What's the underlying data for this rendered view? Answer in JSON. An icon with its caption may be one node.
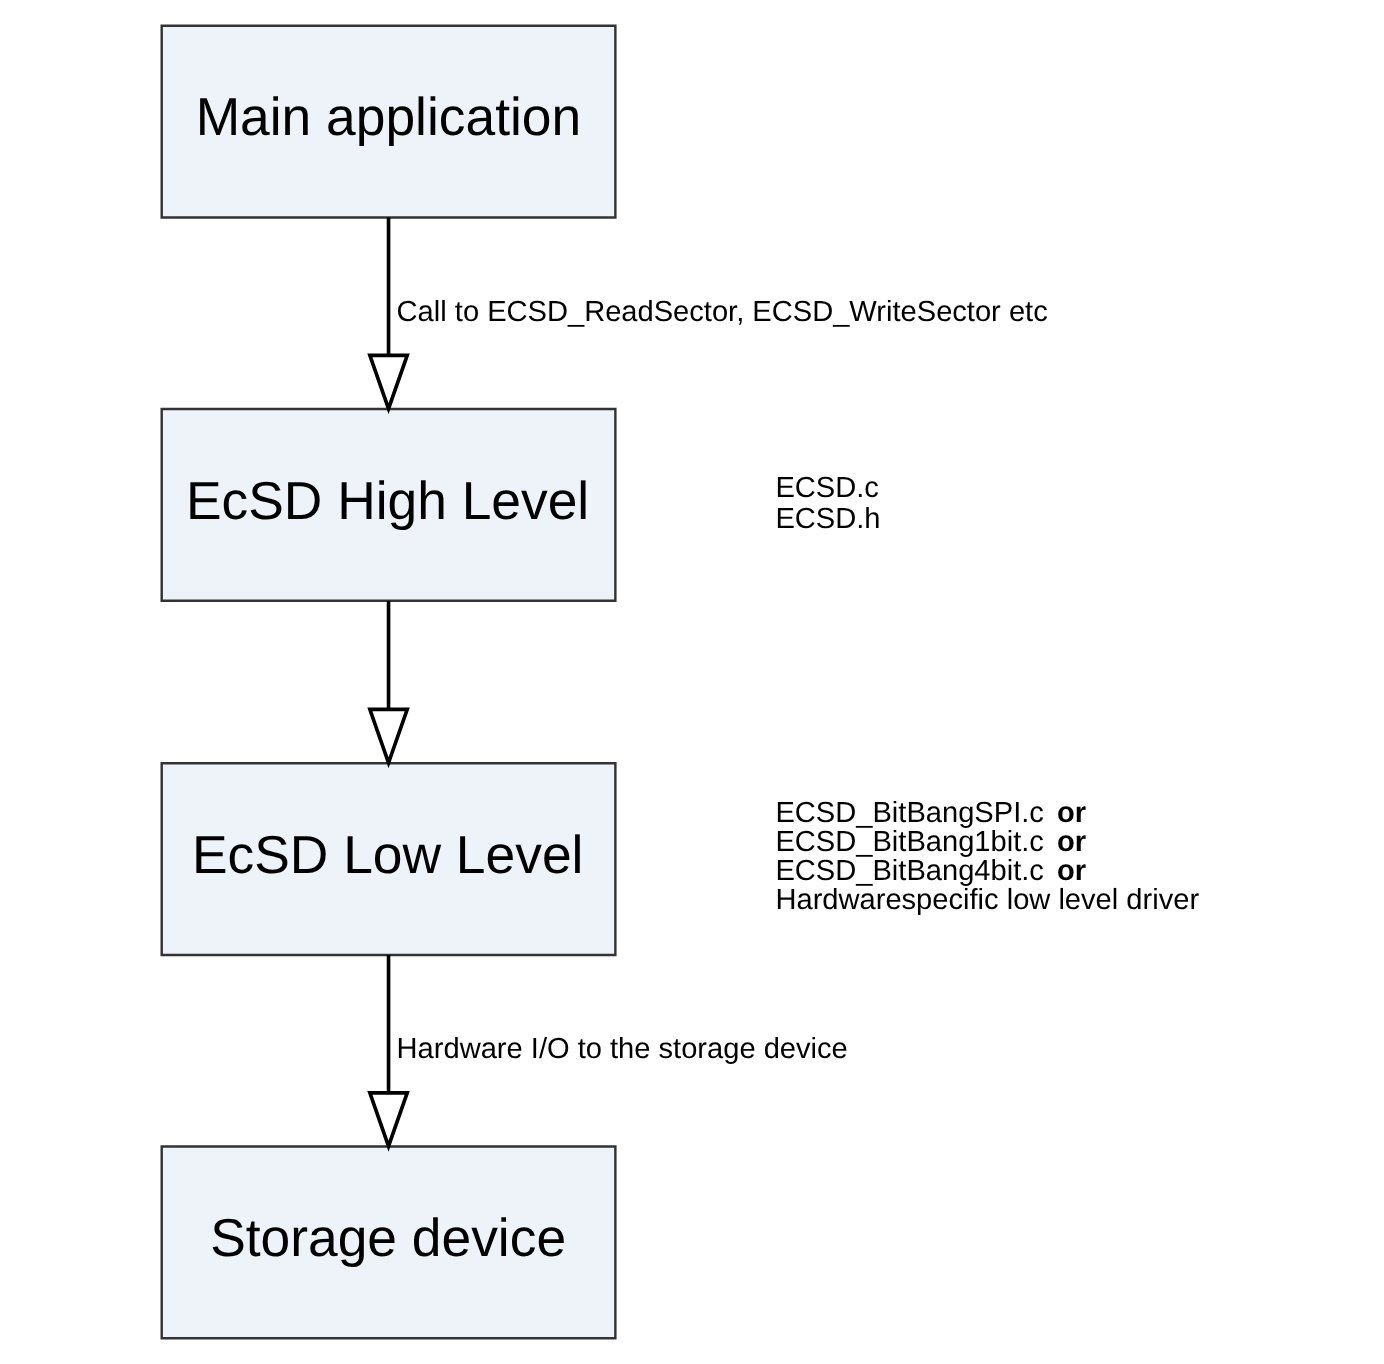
{
  "diagram": {
    "nodes": [
      {
        "text": [
          "Main application"
        ]
      },
      {
        "text": [
          "EcSD High Level"
        ],
        "beside": [
          "ECSD.c",
          "ECSD.h"
        ]
      },
      {
        "text": [
          "EcSD Low Level"
        ],
        "beside": [
          "ECSD_BitBangSPI.c **or**",
          "ECSD_BitBang1bit.c **or**",
          "ECSD_BitBang4bit.c **or**",
          "Hardwarespecific low level driver"
        ]
      },
      {
        "text": [
          "Storage device"
        ]
      }
    ],
    "edges": [
      {
        "from": 0,
        "to": 1,
        "arrow": "to",
        "label": "Call to ECSD_ReadSector, ECSD_WriteSector etc"
      },
      {
        "from": 1,
        "to": 2,
        "arrow": "to"
      },
      {
        "from": 2,
        "to": 3,
        "arrow": "to",
        "label": "Hardware I/O to the storage device"
      }
    ]
  }
}
